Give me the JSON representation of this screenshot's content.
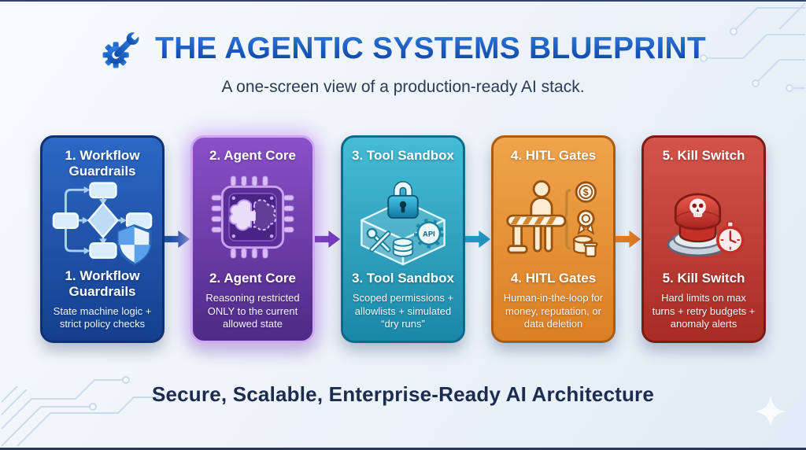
{
  "theme": {
    "title_top": "#2f7de0",
    "title_bottom": "#0b3e9e",
    "subtitle": "#2b3a54",
    "tagline": "#1d2c4e",
    "background": "#eef4fa"
  },
  "header": {
    "icon": "gear-wrench-icon",
    "title": "THE AGENTIC SYSTEMS BLUEPRINT",
    "subtitle": "A one-screen view of a production-ready AI stack."
  },
  "cards": [
    {
      "id": "workflow-guardrails",
      "title": "1. Workflow Guardrails",
      "repeat_title": "1. Workflow Guardrails",
      "description": "State machine logic + strict policy checks",
      "icon": "flowchart-shield-icon",
      "colors": {
        "top": "#2c68c6",
        "bottom": "#153f8e",
        "border": "#10316f"
      }
    },
    {
      "id": "agent-core",
      "title": "2. Agent Core",
      "repeat_title": "2. Agent Core",
      "description": "Reasoning restricted ONLY to the current allowed state",
      "icon": "chip-brain-icon",
      "colors": {
        "top": "#8a50c9",
        "bottom": "#4f2a86",
        "border": "#cfa6f2",
        "glow": "rgba(215,178,250,0.85)"
      }
    },
    {
      "id": "tool-sandbox",
      "title": "3. Tool Sandbox",
      "repeat_title": "3. Tool Sandbox",
      "description": "Scoped permissions + allowlists + simulated “dry runs”",
      "icon": "sandbox-lock-icon",
      "colors": {
        "top": "#45bdd6",
        "bottom": "#1b87a8",
        "border": "#0e6a8b"
      }
    },
    {
      "id": "hitl-gates",
      "title": "4. HITL Gates",
      "repeat_title": "4. HITL Gates",
      "description": "Human-in-the-loop for money, reputation, or data deletion",
      "icon": "human-gate-icon",
      "colors": {
        "top": "#f0a44c",
        "bottom": "#db7f23",
        "border": "#aa5c12"
      }
    },
    {
      "id": "kill-switch",
      "title": "5. Kill Switch",
      "repeat_title": "5. Kill Switch",
      "description": "Hard limits on max turns + retry budgets + anomaly alerts",
      "icon": "kill-button-icon",
      "colors": {
        "top": "#d4544a",
        "bottom": "#a82c24",
        "border": "#7c1b15"
      }
    }
  ],
  "arrows": [
    {
      "from": "workflow-guardrails",
      "to": "agent-core",
      "color": "#1c4fa6"
    },
    {
      "from": "agent-core",
      "to": "tool-sandbox",
      "color": "#7a3bbd"
    },
    {
      "from": "tool-sandbox",
      "to": "hitl-gates",
      "color": "#2397c3"
    },
    {
      "from": "hitl-gates",
      "to": "kill-switch",
      "color": "#df7b22"
    }
  ],
  "icons": {
    "api_label": "API",
    "dollar_symbol": "$"
  },
  "footer": {
    "tagline": "Secure, Scalable, Enterprise-Ready AI Architecture"
  }
}
